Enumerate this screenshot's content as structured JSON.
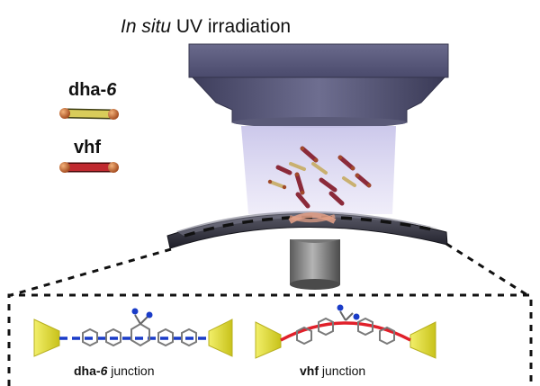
{
  "title": {
    "italic": "In situ",
    "rest": " UV irradiation"
  },
  "legend": {
    "dha": {
      "prefix": "dha-",
      "italic": "6"
    },
    "vhf": {
      "label": "vhf"
    }
  },
  "captions": {
    "dha": {
      "prefix": "dha-",
      "italic": "6",
      "suffix": " junction"
    },
    "vhf": {
      "bold": "vhf",
      "suffix": " junction"
    }
  },
  "colors": {
    "lamp": "#4a4a6e",
    "beam": "#d9d6f0",
    "dha_rod": "#d8cc5a",
    "vhf_rod": "#c0292f",
    "electrode": "#e6e02a",
    "blue_path": "#1a3cc8",
    "red_path": "#e0202a"
  }
}
